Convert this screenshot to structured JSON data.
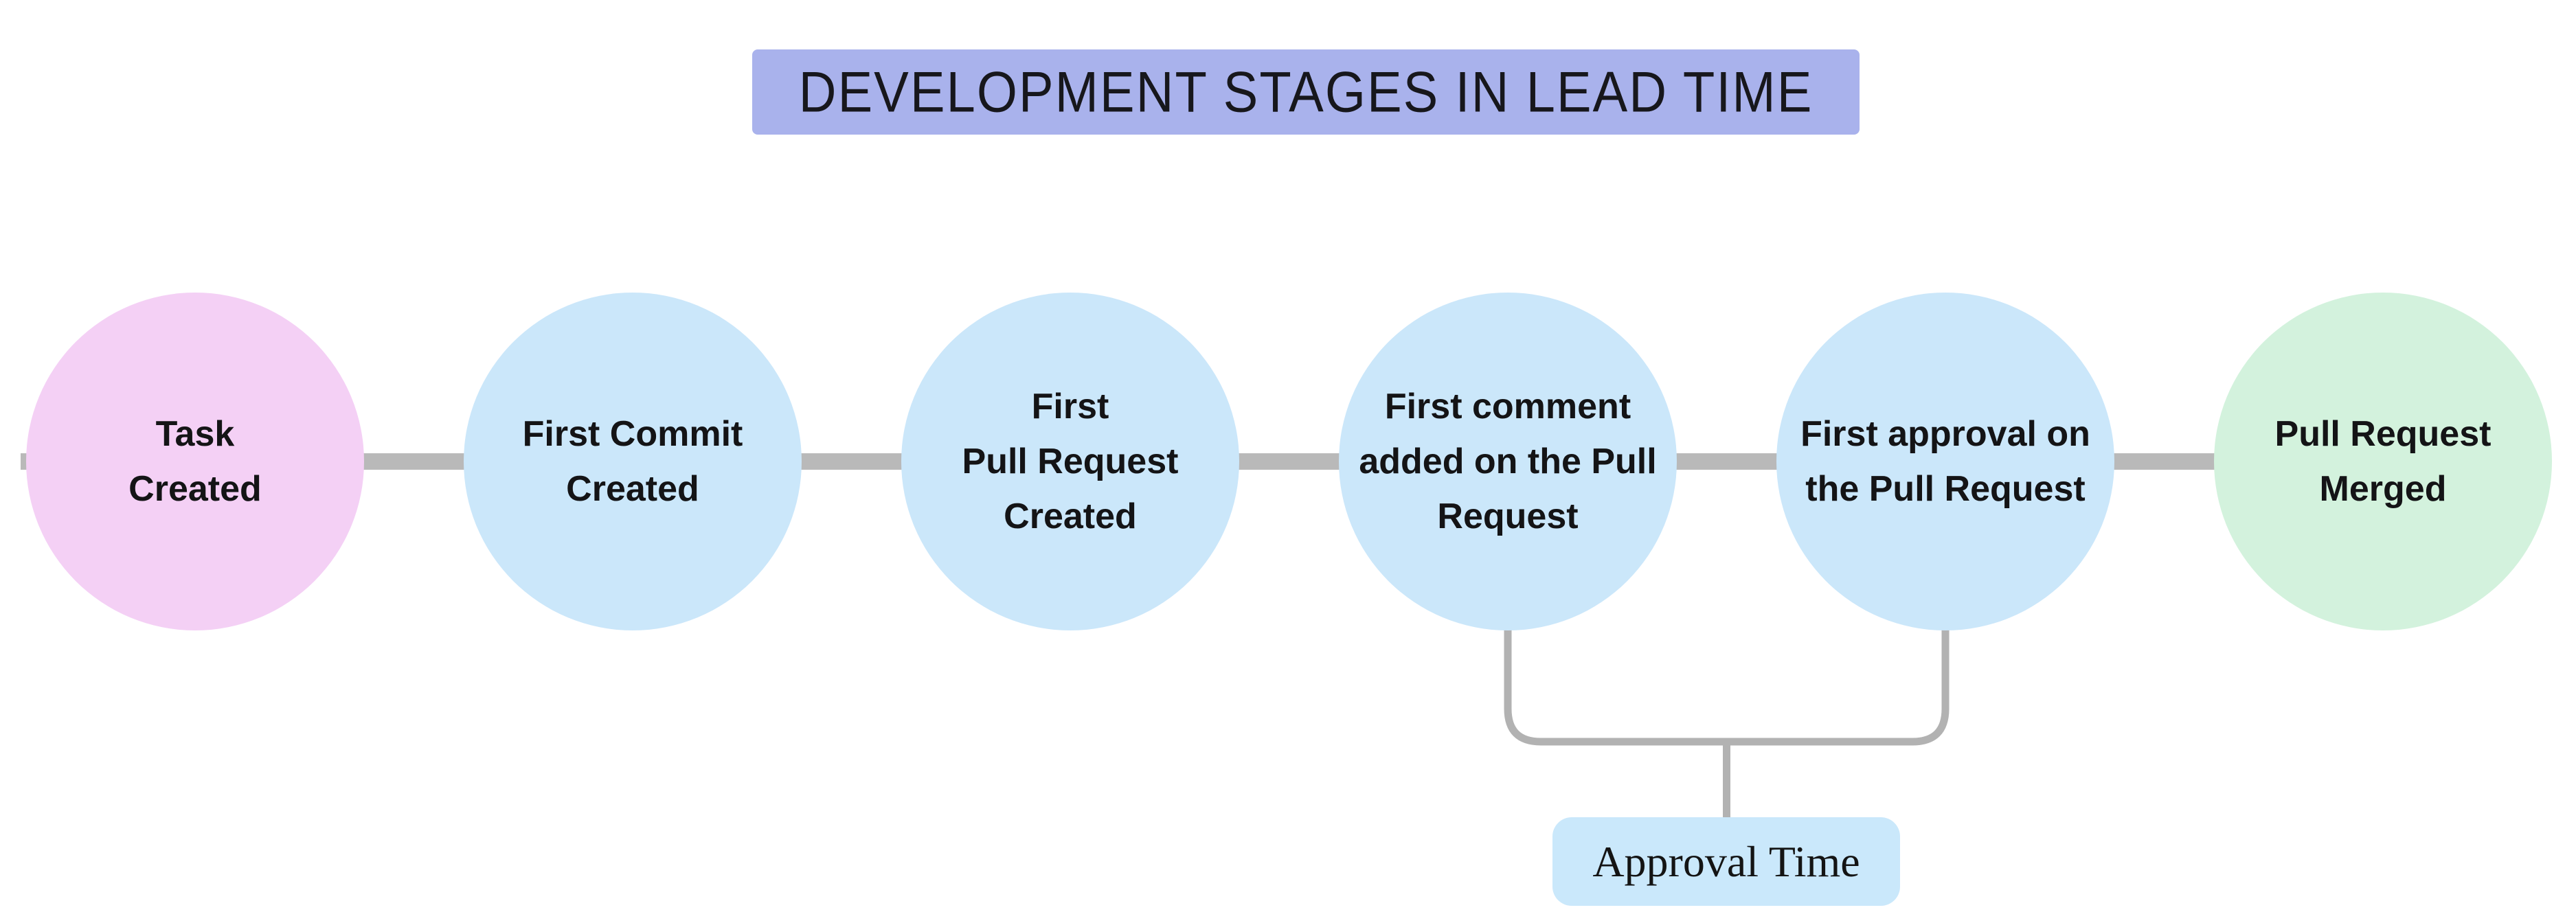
{
  "title": {
    "text": "DEVELOPMENT STAGES IN LEAD TIME"
  },
  "stages": [
    {
      "label": "Task\nCreated",
      "color": "#f4d0f5"
    },
    {
      "label": "First Commit\nCreated",
      "color": "#cbe7fa"
    },
    {
      "label": "First\nPull Request\nCreated",
      "color": "#cbe7fa"
    },
    {
      "label": "First comment\nadded on the Pull\nRequest",
      "color": "#cbe7fa"
    },
    {
      "label": "First approval on\nthe Pull Request",
      "color": "#cbe7fa"
    },
    {
      "label": "Pull Request\nMerged",
      "color": "#d3f2dd"
    }
  ],
  "annotation": {
    "label": "Approval Time",
    "bg": "#cae8fb",
    "from_stage": 3,
    "to_stage": 4
  },
  "colors": {
    "background": "#ffffff",
    "title_bg": "#a9b2ec",
    "connector": "#b9b9b9",
    "bracket": "#b2b2b2",
    "text": "#141416"
  }
}
